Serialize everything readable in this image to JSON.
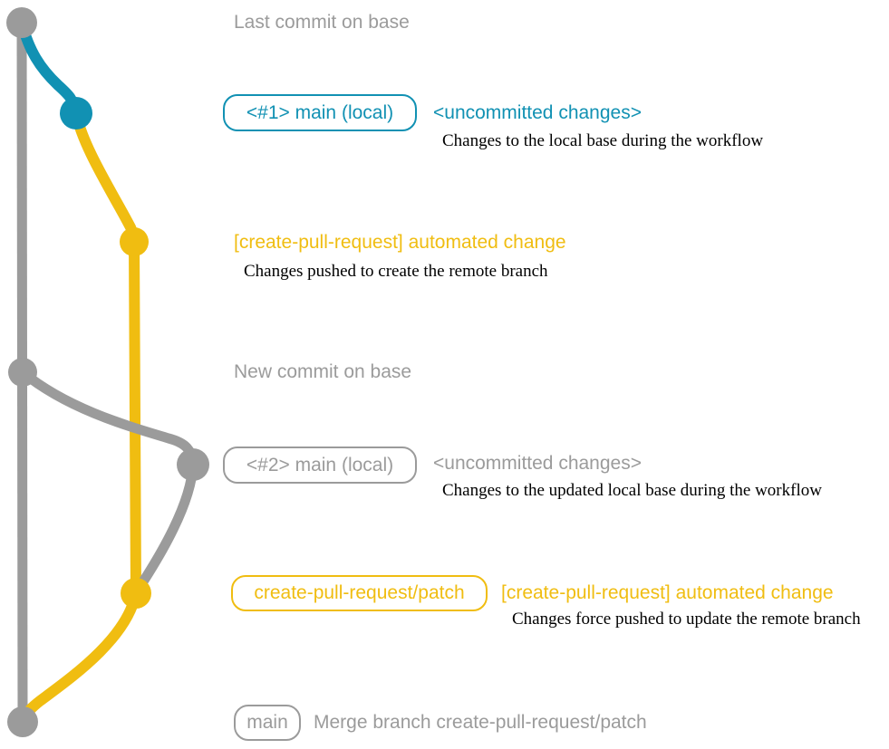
{
  "colors": {
    "gray": "#9b9b9b",
    "blue": "#1191b3",
    "yellow": "#f0bd11",
    "text": "#000000",
    "background": "#ffffff"
  },
  "labels": {
    "last_commit_on_base": "Last commit on base",
    "new_commit_on_base": "New commit on base"
  },
  "rows": {
    "row1": {
      "badge": "<#1> main (local)",
      "title": "<uncommitted changes>",
      "desc": "Changes to the local base during the workflow"
    },
    "row2": {
      "title": "[create-pull-request] automated change",
      "desc": "Changes pushed to create the remote branch"
    },
    "row3": {
      "badge": "<#2> main (local)",
      "title": "<uncommitted changes>",
      "desc": "Changes to the updated local base during the workflow"
    },
    "row4": {
      "badge": "create-pull-request/patch",
      "title": "[create-pull-request] automated change",
      "desc": "Changes force pushed to update the remote branch"
    },
    "row5": {
      "badge": "main",
      "title": "Merge branch create-pull-request/patch"
    }
  }
}
